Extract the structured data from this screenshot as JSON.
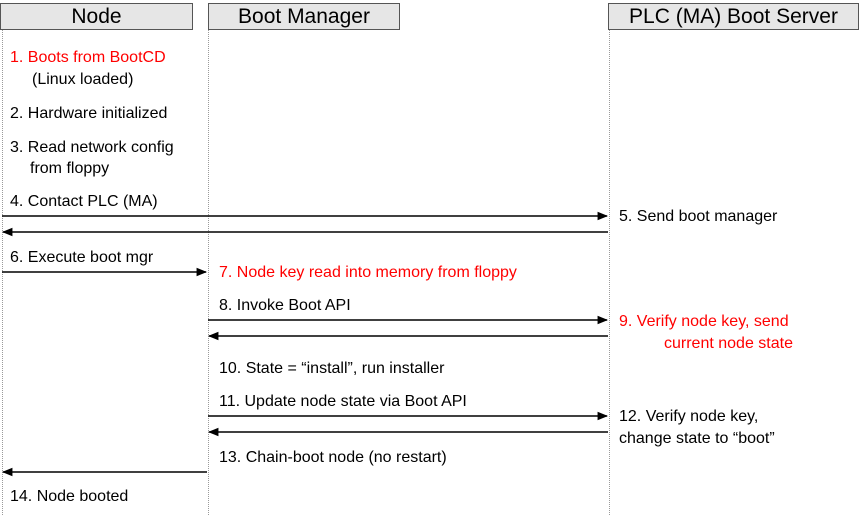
{
  "headers": {
    "node": "Node",
    "boot_manager": "Boot Manager",
    "boot_server": "PLC (MA) Boot Server"
  },
  "steps": {
    "s1_line1": "1. Boots from BootCD",
    "s1_line2": "(Linux loaded)",
    "s2": "2. Hardware initialized",
    "s3_line1": "3. Read network config",
    "s3_line2": "from floppy",
    "s4": "4. Contact PLC (MA)",
    "s5": "5. Send boot manager",
    "s6": "6. Execute boot mgr",
    "s7": "7. Node key read into memory from floppy",
    "s8": "8. Invoke Boot API",
    "s9_line1": "9. Verify node key, send",
    "s9_line2": "current node state",
    "s10": "10. State = “install”, run installer",
    "s11": "11. Update node state via Boot API",
    "s12_line1": "12. Verify node key,",
    "s12_line2": "change state to “boot”",
    "s13": "13. Chain-boot node (no restart)",
    "s14": "14. Node booted"
  },
  "colors": {
    "highlight": "#ff0000",
    "text": "#000000",
    "header_bg": "#e6e6e6",
    "lifeline": "#9a9a9a"
  }
}
